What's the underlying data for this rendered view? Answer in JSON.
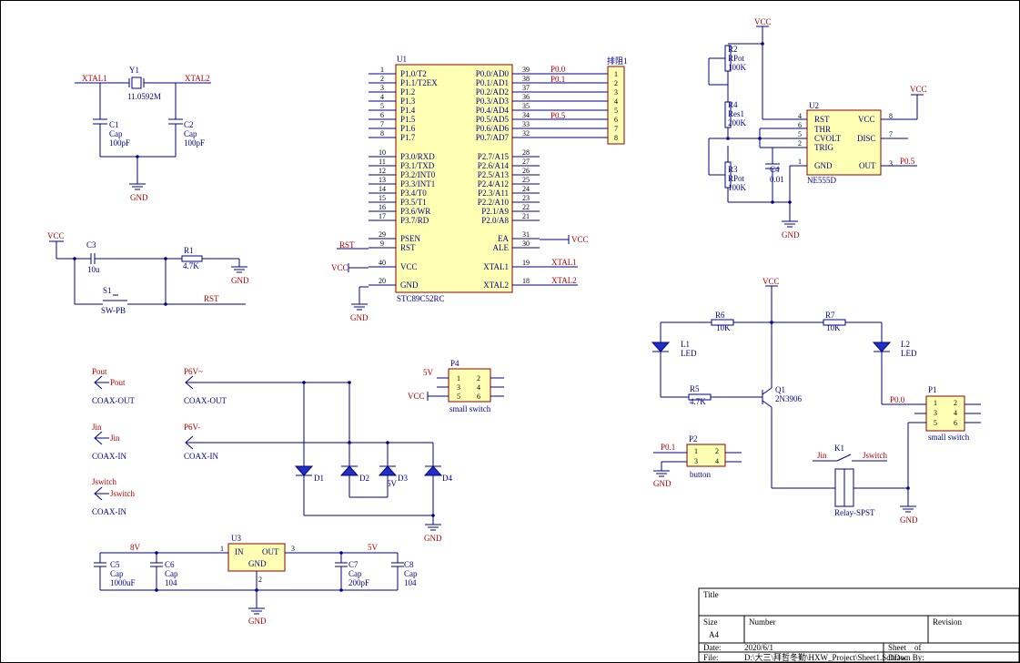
{
  "u1": {
    "designator": "U1",
    "part": "STC89C52RC",
    "left_pins": [
      {
        "num": "1",
        "name": "P1.0/T2"
      },
      {
        "num": "2",
        "name": "P1.1/T2EX"
      },
      {
        "num": "3",
        "name": "P1.2"
      },
      {
        "num": "4",
        "name": "P1.3"
      },
      {
        "num": "5",
        "name": "P1.4"
      },
      {
        "num": "6",
        "name": "P1.5"
      },
      {
        "num": "7",
        "name": "P1.6"
      },
      {
        "num": "8",
        "name": "P1.7"
      },
      {
        "num": "10",
        "name": "P3.0/RXD"
      },
      {
        "num": "11",
        "name": "P3.1/TXD"
      },
      {
        "num": "12",
        "name": "P3.2/INT0"
      },
      {
        "num": "13",
        "name": "P3.3/INT1"
      },
      {
        "num": "14",
        "name": "P3.4/T0"
      },
      {
        "num": "15",
        "name": "P3.5/T1"
      },
      {
        "num": "16",
        "name": "P3.6/WR"
      },
      {
        "num": "17",
        "name": "P3.7/RD"
      },
      {
        "num": "29",
        "name": "PSEN"
      },
      {
        "num": "9",
        "name": "RST"
      },
      {
        "num": "40",
        "name": "VCC"
      },
      {
        "num": "20",
        "name": "GND"
      }
    ],
    "right_pins": [
      {
        "num": "39",
        "name": "P0.0/AD0"
      },
      {
        "num": "38",
        "name": "P0.1/AD1"
      },
      {
        "num": "37",
        "name": "P0.2/AD2"
      },
      {
        "num": "36",
        "name": "P0.3/AD3"
      },
      {
        "num": "35",
        "name": "P0.4/AD4"
      },
      {
        "num": "34",
        "name": "P0.5/AD5"
      },
      {
        "num": "33",
        "name": "P0.6/AD6"
      },
      {
        "num": "32",
        "name": "P0.7/AD7"
      },
      {
        "num": "28",
        "name": "P2.7/A15"
      },
      {
        "num": "27",
        "name": "P2.6/A14"
      },
      {
        "num": "26",
        "name": "P2.5/A13"
      },
      {
        "num": "25",
        "name": "P2.4/A12"
      },
      {
        "num": "24",
        "name": "P2.3/A11"
      },
      {
        "num": "23",
        "name": "P2.2/A10"
      },
      {
        "num": "22",
        "name": "P2.1/A9"
      },
      {
        "num": "21",
        "name": "P2.0/A8"
      },
      {
        "num": "31",
        "name": "EA"
      },
      {
        "num": "30",
        "name": "ALE"
      },
      {
        "num": "19",
        "name": "XTAL1"
      },
      {
        "num": "18",
        "name": "XTAL2"
      }
    ],
    "net_rst": "RST",
    "net_vcc": "VCC",
    "net_gnd": "GND",
    "net_p00": "P0.0",
    "net_p01": "P0.1",
    "net_p05": "P0.5",
    "net_ea_vcc": "VCC",
    "net_xtal1": "XTAL1",
    "net_xtal2": "XTAL2"
  },
  "header_j": {
    "designator": "排阻1",
    "pins": [
      "1",
      "2",
      "3",
      "4",
      "5",
      "6",
      "7",
      "8"
    ]
  },
  "crystal": {
    "net_left": "XTAL1",
    "net_right": "XTAL2",
    "designator": "Y1",
    "value": "11.0592M",
    "c1": {
      "designator": "C1",
      "type": "Cap",
      "value": "100pF"
    },
    "c2": {
      "designator": "C2",
      "type": "Cap",
      "value": "100pF"
    },
    "gnd": "GND"
  },
  "reset": {
    "vcc": "VCC",
    "c3": "C3",
    "c3_value": "10u",
    "r1": "R1",
    "r1_value": "4.7K",
    "gnd": "GND",
    "s1": "S1",
    "s1_type": "SW-PB",
    "net": "RST"
  },
  "coax": [
    {
      "net": "Pout",
      "label": "Pout",
      "type": "COAX-OUT"
    },
    {
      "net": "Jin",
      "label": "Jin",
      "type": "COAX-IN"
    },
    {
      "net": "Jswitch",
      "label": "Jswitch",
      "type": "COAX-IN"
    }
  ],
  "bridge": {
    "p6v_ac": "P6V~",
    "p6v_ac_type": "COAX-OUT",
    "p6v_dc": "P6V-",
    "p6v_dc_type": "COAX-IN",
    "d1": "D1",
    "d2": "D2",
    "d3": "D3",
    "d3_value": "5V",
    "d4": "D4",
    "gnd": "GND"
  },
  "p4": {
    "designator": "P4",
    "net_5v": "5V",
    "net_vcc": "VCC",
    "pins": [
      "1",
      "2",
      "3",
      "4",
      "5",
      "6"
    ],
    "type": "small switch"
  },
  "regulator": {
    "designator": "U3",
    "in": "IN",
    "out": "OUT",
    "gnd_pin": "GND",
    "pin1": "1",
    "pin2": "2",
    "pin3": "3",
    "net_in": "8V",
    "net_out": "5V",
    "gnd": "GND",
    "c5": {
      "designator": "C5",
      "type": "Cap",
      "value": "1000uF"
    },
    "c6": {
      "designator": "C6",
      "type": "Cap",
      "value": "104"
    },
    "c7": {
      "designator": "C7",
      "type": "Cap",
      "value": "200pF"
    },
    "c8": {
      "designator": "C8",
      "type": "Cap",
      "value": "104"
    }
  },
  "timer": {
    "designator": "U2",
    "part": "NE555D",
    "vcc_top": "VCC",
    "vcc_right": "VCC",
    "gnd": "GND",
    "net_out": "P0.5",
    "pins_left": [
      {
        "num": "4",
        "name": "RST"
      },
      {
        "num": "6",
        "name": "THR"
      },
      {
        "num": "5",
        "name": "CVOLT"
      },
      {
        "num": "2",
        "name": "TRIG"
      },
      {
        "num": "1",
        "name": "GND"
      }
    ],
    "pins_right": [
      {
        "num": "8",
        "name": "VCC"
      },
      {
        "num": "7",
        "name": "DISC"
      },
      {
        "num": "3",
        "name": "OUT"
      }
    ],
    "r2": {
      "designator": "R2",
      "type": "RPot",
      "value": "100K"
    },
    "r4": {
      "designator": "R4",
      "type": "Res1",
      "value": "200K"
    },
    "r3": {
      "designator": "R3",
      "type": "RPot",
      "value": "100K"
    },
    "c4": {
      "designator": "C4",
      "value": "0.01"
    }
  },
  "driver": {
    "vcc": "VCC",
    "r6": {
      "designator": "R6",
      "value": "10K"
    },
    "r7": {
      "designator": "R7",
      "value": "10K"
    },
    "r5": {
      "designator": "R5",
      "value": "4.7K"
    },
    "l1": {
      "designator": "L1",
      "type": "LED"
    },
    "l2": {
      "designator": "L2",
      "type": "LED"
    },
    "q1": {
      "designator": "Q1",
      "type": "2N3906"
    },
    "p1": {
      "designator": "P1",
      "net": "P0.0",
      "pins": [
        "1",
        "2",
        "3",
        "4",
        "5",
        "6"
      ],
      "type": "small switch"
    },
    "p2": {
      "designator": "P2",
      "net": "P0.1",
      "pins": [
        "1",
        "2",
        "3",
        "4"
      ],
      "type": "button"
    },
    "k1": {
      "designator": "K1",
      "type": "Relay-SPST",
      "net_left": "Jin",
      "net_right": "Jswitch"
    },
    "gnd1": "GND",
    "gnd2": "GND"
  },
  "title_block": {
    "title": "Title",
    "size_label": "Size",
    "size": "A4",
    "number_label": "Number",
    "revision_label": "Revision",
    "date_label": "Date:",
    "date": "2020/6/1",
    "file_label": "File:",
    "file": "D:\\大三\\拜哲冬勤\\HXW_Project\\Sheet1.SchDoc",
    "sheet_label": "Sheet",
    "of_label": "of",
    "drawn_label": "Drawn By:"
  }
}
